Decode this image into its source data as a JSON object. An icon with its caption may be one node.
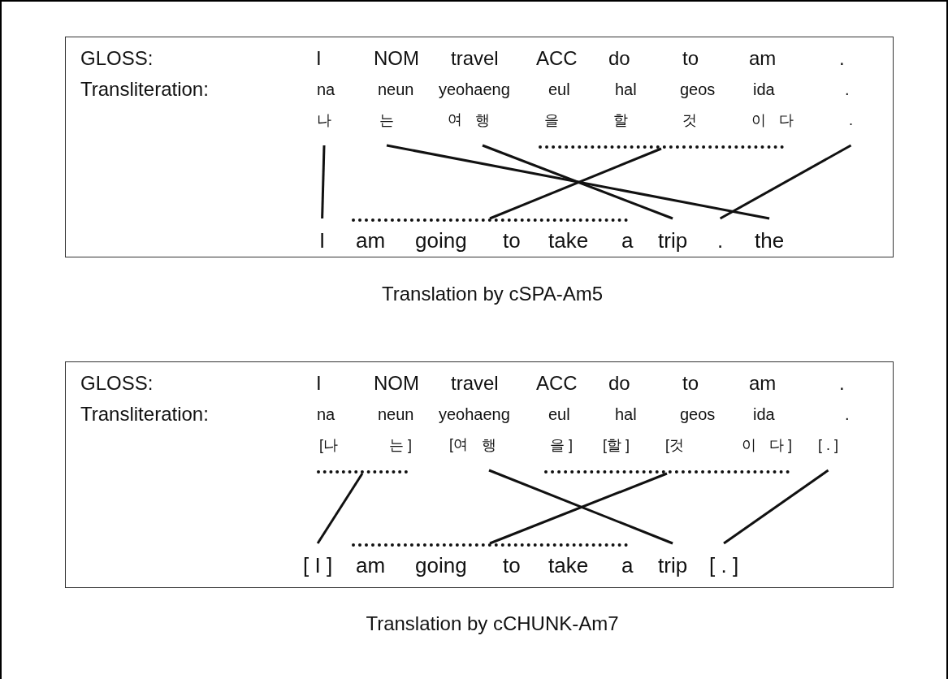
{
  "diagram": {
    "nodes": [
      {
        "text": [],
        "shape": "box",
        "beside": [
          "Translation by cSPA-Am5"
        ]
      },
      {
        "text": [
          "나"
        ],
        "in": 0
      },
      {
        "text": [
          "는"
        ],
        "in": 0
      },
      {
        "text": [
          "행"
        ],
        "in": 0
      },
      {
        "text": [
          "을",
          "할",
          "것",
          "이",
          "다"
        ],
        "in": 0
      },
      {
        "text": [
          "."
        ],
        "in": 0
      },
      {
        "text": [
          "I"
        ],
        "in": 0
      },
      {
        "text": [
          "am",
          "going",
          "to",
          "take",
          "a"
        ],
        "in": 0
      },
      {
        "text": [
          "trip"
        ],
        "in": 0
      },
      {
        "text": [
          "."
        ],
        "in": 0
      },
      {
        "text": [
          "the"
        ],
        "in": 0
      },
      {
        "text": [],
        "shape": "box",
        "beside": [
          "Translation by cCHUNK-Am7"
        ]
      },
      {
        "text": [
          "[나",
          "는 ]"
        ],
        "in": 11
      },
      {
        "text": [
          "행"
        ],
        "in": 11
      },
      {
        "text": [
          "을 ]",
          "[할 ]",
          "[것",
          "이",
          "다 ]"
        ],
        "in": 11
      },
      {
        "text": [
          "[ . ]"
        ],
        "in": 11
      },
      {
        "text": [
          "[ I ]"
        ],
        "in": 11
      },
      {
        "text": [
          "am",
          "going",
          "to",
          "take",
          "a"
        ],
        "in": 11
      },
      {
        "text": [
          "trip"
        ],
        "in": 11
      },
      {
        "text": [
          "[ . ]"
        ],
        "in": 11
      }
    ],
    "edges": [
      {
        "from": 1,
        "to": 6,
        "arrow": "none"
      },
      {
        "from": 2,
        "to": 10,
        "arrow": "none"
      },
      {
        "from": 3,
        "to": 8,
        "arrow": "none"
      },
      {
        "from": 4,
        "to": 7,
        "arrow": "none"
      },
      {
        "from": 5,
        "to": 9,
        "arrow": "none"
      },
      {
        "from": 12,
        "to": 16,
        "arrow": "none"
      },
      {
        "from": 13,
        "to": 18,
        "arrow": "none"
      },
      {
        "from": 14,
        "to": 17,
        "arrow": "none"
      },
      {
        "from": 15,
        "to": 19,
        "arrow": "none"
      }
    ],
    "labels": [
      "GLOSS:",
      "I",
      "NOM",
      "travel",
      "ACC",
      "do",
      "to",
      "am",
      ".",
      "Transliteration:",
      "na",
      "neun",
      "yeohaeng",
      "eul",
      "hal",
      "geos",
      "ida",
      ".",
      "여",
      "GLOSS:",
      "I",
      "NOM",
      "travel",
      "ACC",
      "do",
      "to",
      "am",
      ".",
      "Transliteration:",
      "na",
      "neun",
      "yeohaeng",
      "eul",
      "hal",
      "geos",
      "ida",
      ".",
      "[여"
    ]
  }
}
